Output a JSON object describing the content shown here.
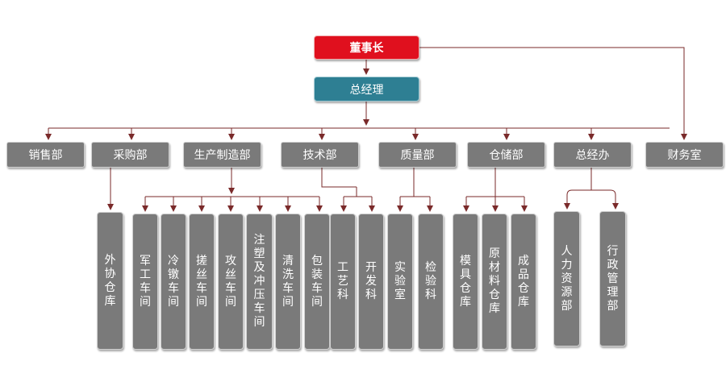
{
  "colors": {
    "chairman_fill": "#e0101e",
    "gm_fill": "#2e7f93",
    "dept_fill": "#7a7a7a",
    "connector": "#7a2a2a"
  },
  "chairman": "董事长",
  "general_manager": "总经理",
  "departments": {
    "sales": "销售部",
    "purchasing": "采购部",
    "production": "生产制造部",
    "technology": "技术部",
    "quality": "质量部",
    "warehouse": "仓储部",
    "gm_office": "总经办",
    "finance": "财务室"
  },
  "units": {
    "outsourcing_warehouse": "外\n协\n仓\n库",
    "military_workshop": "军\n工\n车\n间",
    "cold_heading_workshop": "冷\n镦\n车\n间",
    "thread_rolling_workshop": "搓\n丝\n车\n间",
    "tapping_workshop": "攻\n丝\n车\n间",
    "injection_stamping_workshop": "注\n塑\n及\n冲\n压\n车\n间",
    "cleaning_workshop": "清\n洗\n车\n间",
    "packaging_workshop": "包\n装\n车\n间",
    "process_section": "工\n艺\n科",
    "development_section": "开\n发\n科",
    "laboratory": "实\n验\n室",
    "inspection_section": "检\n验\n科",
    "mold_warehouse": "模\n具\n仓\n库",
    "raw_material_warehouse": "原\n材\n料\n仓\n库",
    "finished_goods_warehouse": "成\n品\n仓\n库",
    "hr_department": "人\n力\n资\n源\n部",
    "admin_department": "行\n政\n管\n理\n部"
  }
}
